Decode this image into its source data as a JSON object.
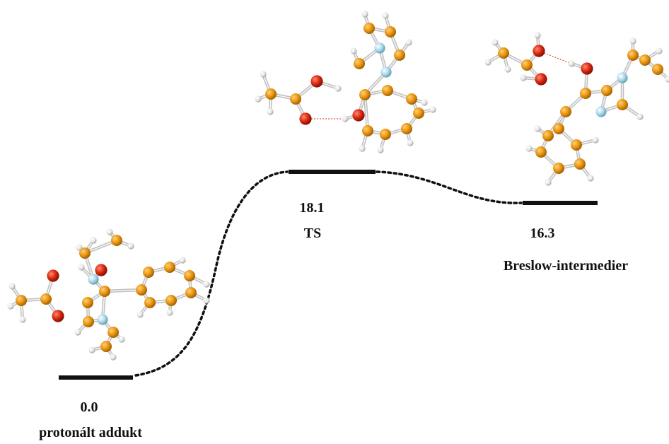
{
  "states": [
    {
      "energy": "0.0",
      "name": "protonált addukt"
    },
    {
      "energy": "18.1",
      "name": "TS"
    },
    {
      "energy": "16.3",
      "name": "Breslow-intermedier"
    }
  ],
  "colors": {
    "level": "#111111",
    "carbon": "#e8930c",
    "hydrogen": "#e4e4e4",
    "oxygen": "#d9250f",
    "nitrogen": "#a8d8ea",
    "bond": "#bfbfbf",
    "hbond": "#e05030"
  },
  "icons": {
    "reactant_structure": "molecule-ball-and-stick",
    "ts_structure": "molecule-ball-and-stick",
    "product_structure": "molecule-ball-and-stick"
  }
}
